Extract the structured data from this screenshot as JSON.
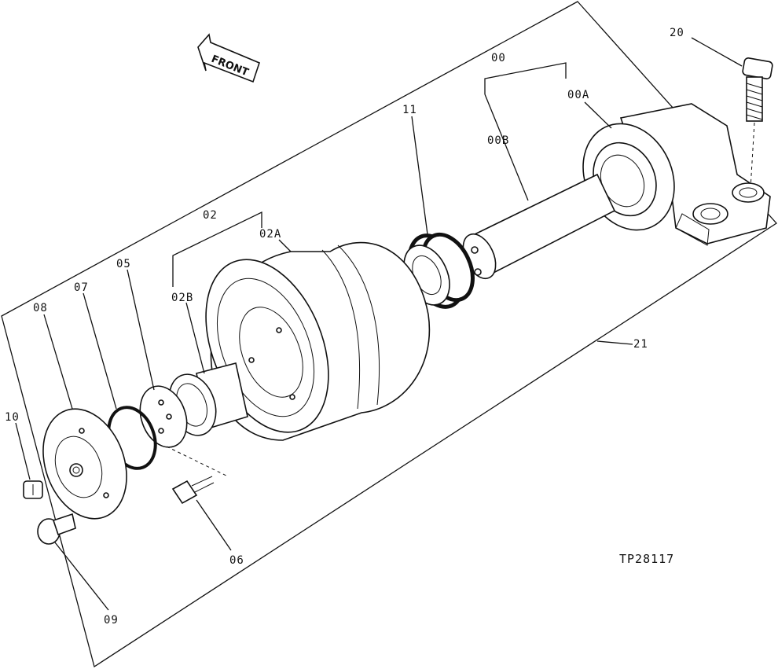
{
  "figure": {
    "reference_code": "TP28117",
    "front_label": "FRONT",
    "callouts": [
      {
        "id": "c-00",
        "text": "00"
      },
      {
        "id": "c-00a",
        "text": "00A"
      },
      {
        "id": "c-00b",
        "text": "00B"
      },
      {
        "id": "c-02",
        "text": "02"
      },
      {
        "id": "c-02a",
        "text": "02A"
      },
      {
        "id": "c-02b",
        "text": "02B"
      },
      {
        "id": "c-05",
        "text": "05"
      },
      {
        "id": "c-06",
        "text": "06"
      },
      {
        "id": "c-07",
        "text": "07"
      },
      {
        "id": "c-08",
        "text": "08"
      },
      {
        "id": "c-09",
        "text": "09"
      },
      {
        "id": "c-10",
        "text": "10"
      },
      {
        "id": "c-11",
        "text": "11"
      },
      {
        "id": "c-20",
        "text": "20"
      },
      {
        "id": "c-21",
        "text": "21"
      }
    ]
  }
}
